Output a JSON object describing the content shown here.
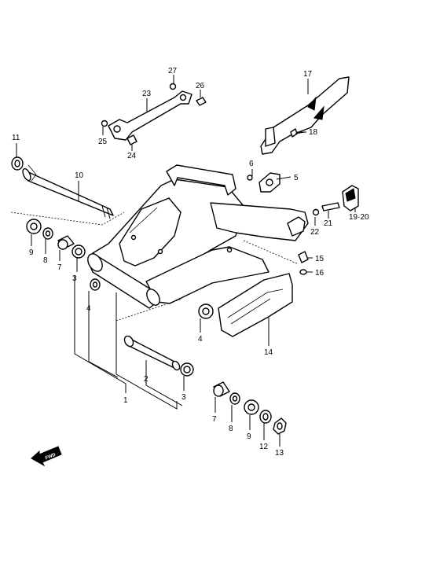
{
  "diagram": {
    "callouts": {
      "c1": "1",
      "c2": "2",
      "c3a": "3",
      "c3b": "3",
      "c4a": "4",
      "c4b": "4",
      "c5": "5",
      "c6": "6",
      "c7a": "7",
      "c7b": "7",
      "c8a": "8",
      "c8b": "8",
      "c9a": "9",
      "c9b": "9",
      "c10": "10",
      "c11": "11",
      "c12": "12",
      "c13": "13",
      "c14": "14",
      "c15": "15",
      "c16": "16",
      "c17": "17",
      "c18": "18",
      "c1920": "19·20",
      "c21": "21",
      "c22": "22",
      "c23": "23",
      "c24": "24",
      "c25": "25",
      "c26": "26",
      "c27": "27"
    },
    "fwd_label": "FWD"
  }
}
